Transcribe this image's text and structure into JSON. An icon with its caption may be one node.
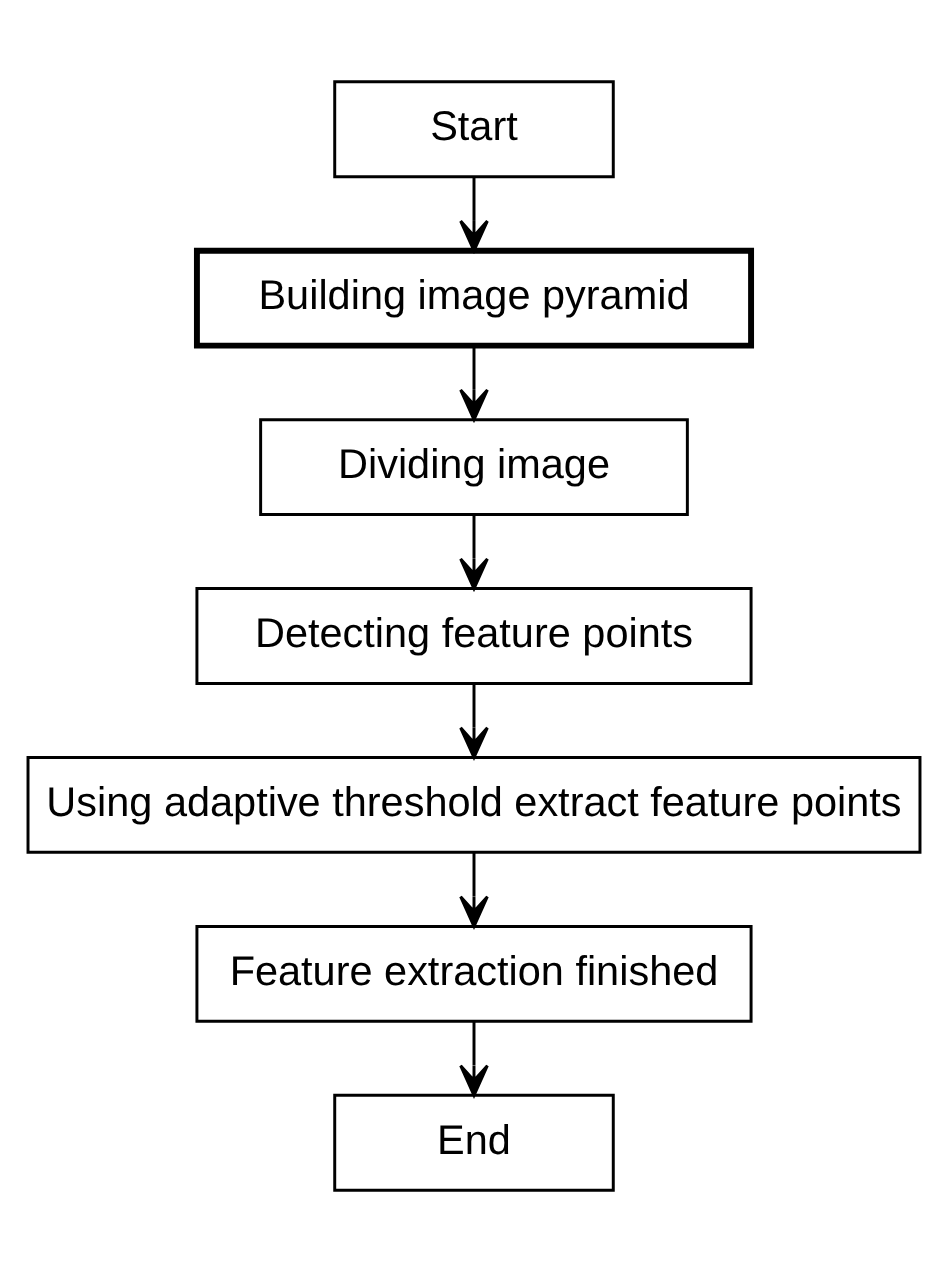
{
  "diagram": {
    "nodes": [
      {
        "text": [
          "Start"
        ]
      },
      {
        "text": [
          "Building image pyramid"
        ]
      },
      {
        "text": [
          "Dividing image"
        ]
      },
      {
        "text": [
          "Detecting feature points"
        ]
      },
      {
        "text": [
          "Using adaptive threshold extract feature points"
        ]
      },
      {
        "text": [
          "Feature extraction finished"
        ]
      },
      {
        "text": [
          "End"
        ]
      }
    ],
    "edges": [
      {
        "from": 0,
        "to": 1,
        "arrow": "to"
      },
      {
        "from": 1,
        "to": 2,
        "arrow": "to"
      },
      {
        "from": 2,
        "to": 3,
        "arrow": "to"
      },
      {
        "from": 3,
        "to": 4,
        "arrow": "to"
      },
      {
        "from": 4,
        "to": 5,
        "arrow": "to"
      },
      {
        "from": 5,
        "to": 6,
        "arrow": "to"
      }
    ]
  }
}
